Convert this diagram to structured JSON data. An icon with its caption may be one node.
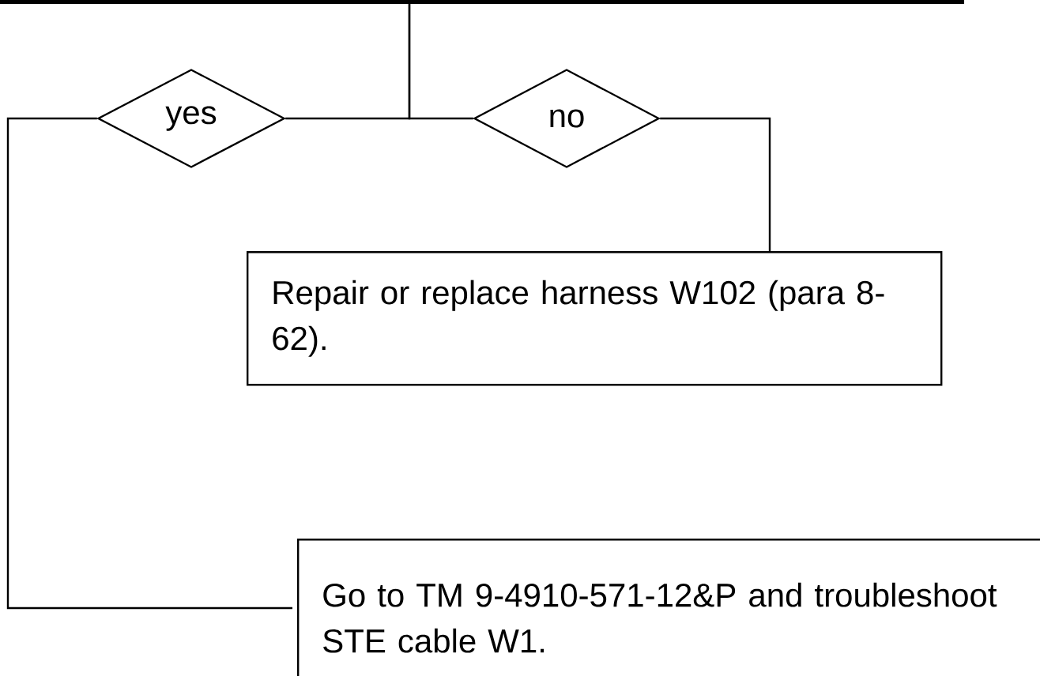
{
  "diagram": {
    "nodes": [
      {
        "text": [],
        "shape": "bar"
      },
      {
        "text": [
          "yes"
        ]
      },
      {
        "text": [
          "no"
        ]
      },
      {
        "text": [
          "Repair or replace harness W102 (para 8-62)."
        ]
      },
      {
        "text": [
          "Go to TM 9-4910-571-12&P and troubleshoot STE cable W1."
        ]
      }
    ],
    "edges": [
      {
        "from": 0,
        "to": 1,
        "arrow": "none"
      },
      {
        "from": 0,
        "to": 2,
        "arrow": "none"
      },
      {
        "from": 2,
        "to": 3,
        "arrow": "none"
      },
      {
        "from": 1,
        "to": 4,
        "arrow": "none"
      }
    ]
  }
}
